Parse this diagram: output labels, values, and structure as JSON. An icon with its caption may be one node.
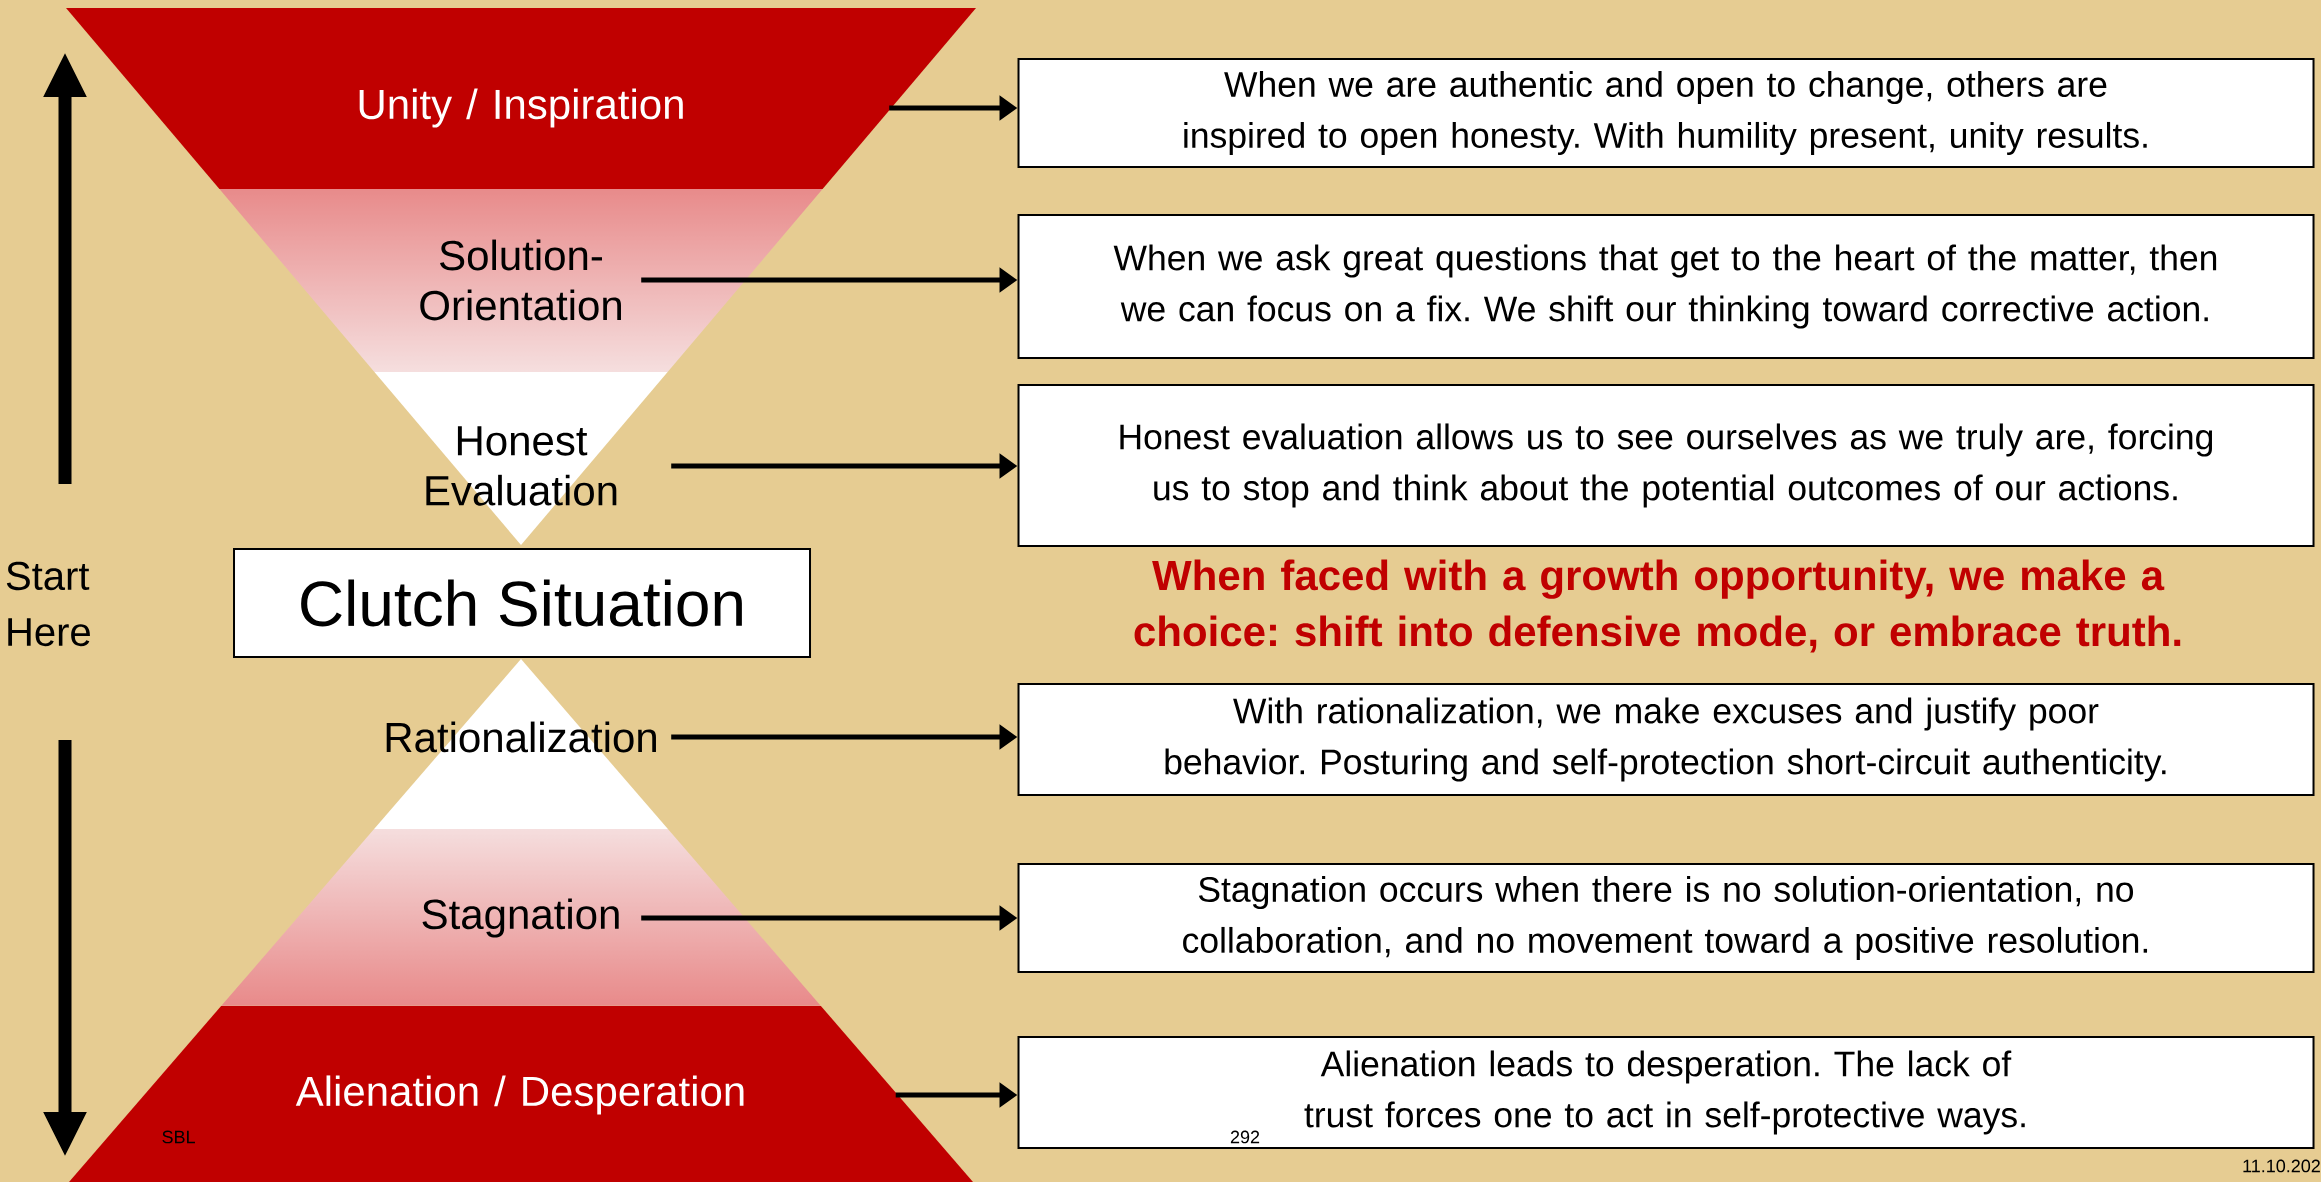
{
  "diagram": {
    "nodes": [
      {
        "text": [
          "Unity / Inspiration"
        ]
      },
      {
        "text": [
          "Solution-Orientation"
        ]
      },
      {
        "text": [
          "Honest Evaluation"
        ]
      },
      {
        "text": [
          "Clutch Situation"
        ]
      },
      {
        "text": [
          "Rationalization"
        ]
      },
      {
        "text": [
          "Stagnation"
        ]
      },
      {
        "text": [
          "Alienation / Desperation"
        ]
      },
      {
        "text": [
          "When we are authentic and open to change, others are inspired to open honesty. With humility present, unity results."
        ]
      },
      {
        "text": [
          "When we ask great questions that get to the heart of the matter, then we can focus on a fix. We shift our thinking toward corrective action."
        ]
      },
      {
        "text": [
          "Honest evaluation allows us to see ourselves as we truly are, forcing us to stop and think about the potential outcomes of our actions."
        ]
      },
      {
        "text": [
          "With rationalization, we make excuses and justify poor behavior. Posturing and self-protection short-circuit authenticity."
        ]
      },
      {
        "text": [
          "Stagnation occurs when there is no solution-orientation, no collaboration, and no movement toward a positive resolution."
        ]
      },
      {
        "text": [
          "Alienation leads to desperation. The lack of trust forces one to act in self-protective ways."
        ]
      }
    ],
    "edges": [
      {
        "from": 0,
        "to": 7,
        "arrow": "to"
      },
      {
        "from": 1,
        "to": 8,
        "arrow": "to"
      },
      {
        "from": 2,
        "to": 9,
        "arrow": "to"
      },
      {
        "from": 4,
        "to": 10,
        "arrow": "to"
      },
      {
        "from": 5,
        "to": 11,
        "arrow": "to"
      },
      {
        "from": 6,
        "to": 12,
        "arrow": "to"
      }
    ],
    "labels": [
      "Start Here",
      "When faced with a growth opportunity, we make a choice: shift into defensive mode, or embrace truth.",
      "SBL",
      "292",
      "11.10.202"
    ]
  }
}
